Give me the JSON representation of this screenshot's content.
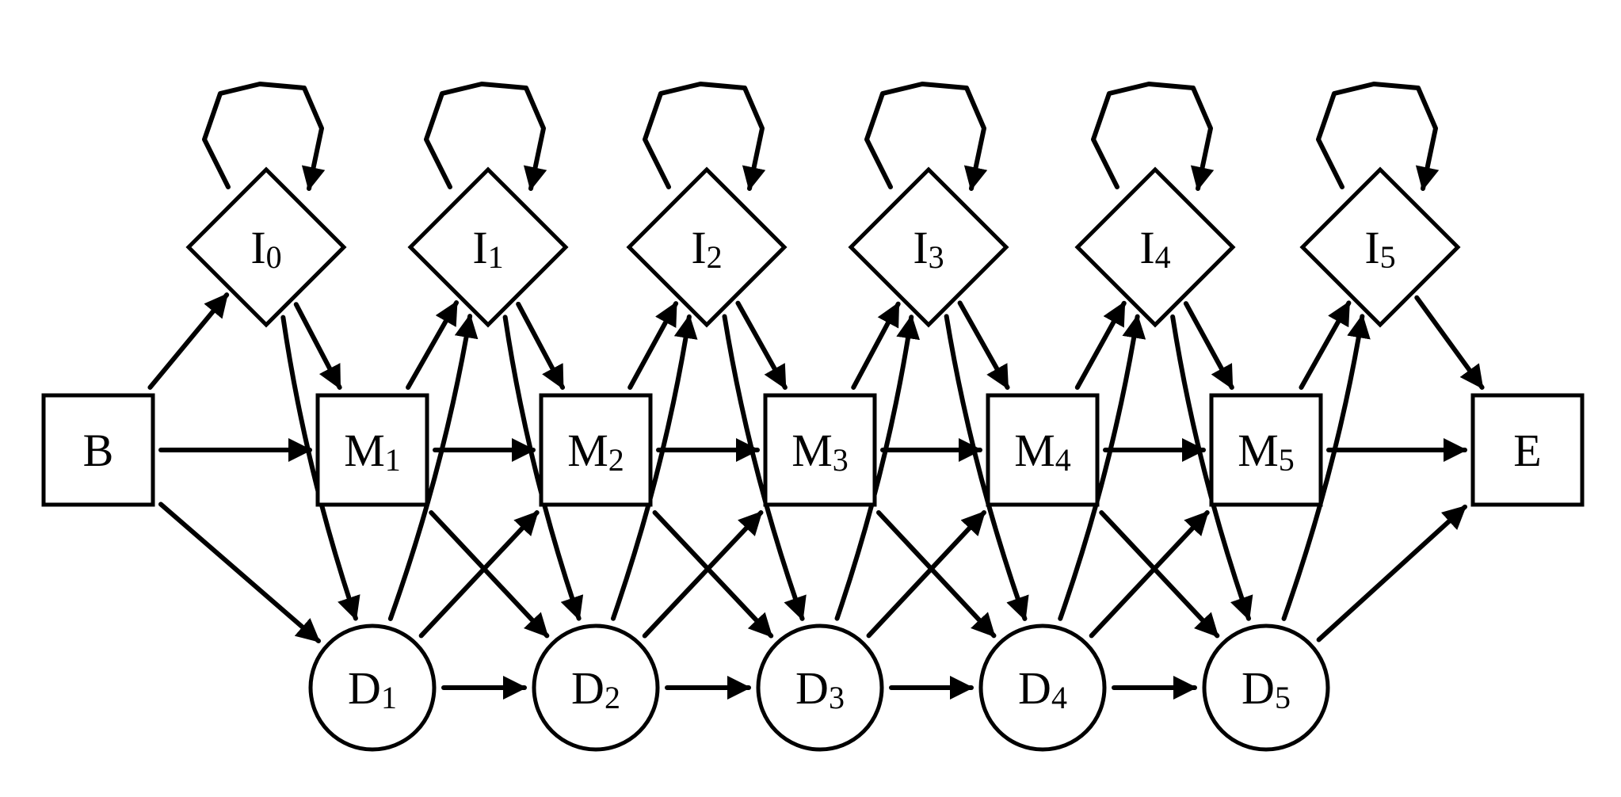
{
  "diagram": {
    "colors": {
      "stroke": "#000000",
      "background": "#ffffff"
    },
    "nodes": {
      "B": {
        "letter": "B",
        "sub": ""
      },
      "E": {
        "letter": "E",
        "sub": ""
      },
      "I0": {
        "letter": "I",
        "sub": "0"
      },
      "I1": {
        "letter": "I",
        "sub": "1"
      },
      "I2": {
        "letter": "I",
        "sub": "2"
      },
      "I3": {
        "letter": "I",
        "sub": "3"
      },
      "I4": {
        "letter": "I",
        "sub": "4"
      },
      "I5": {
        "letter": "I",
        "sub": "5"
      },
      "M1": {
        "letter": "M",
        "sub": "1"
      },
      "M2": {
        "letter": "M",
        "sub": "2"
      },
      "M3": {
        "letter": "M",
        "sub": "3"
      },
      "M4": {
        "letter": "M",
        "sub": "4"
      },
      "M5": {
        "letter": "M",
        "sub": "5"
      },
      "D1": {
        "letter": "D",
        "sub": "1"
      },
      "D2": {
        "letter": "D",
        "sub": "2"
      },
      "D3": {
        "letter": "D",
        "sub": "3"
      },
      "D4": {
        "letter": "D",
        "sub": "4"
      },
      "D5": {
        "letter": "D",
        "sub": "5"
      }
    },
    "edges": [
      [
        "I0",
        "I0"
      ],
      [
        "I1",
        "I1"
      ],
      [
        "I2",
        "I2"
      ],
      [
        "I3",
        "I3"
      ],
      [
        "I4",
        "I4"
      ],
      [
        "I5",
        "I5"
      ],
      [
        "B",
        "I0"
      ],
      [
        "B",
        "M1"
      ],
      [
        "B",
        "D1"
      ],
      [
        "I0",
        "M1"
      ],
      [
        "I0",
        "D1"
      ],
      [
        "M1",
        "I1"
      ],
      [
        "M1",
        "M2"
      ],
      [
        "M1",
        "D2"
      ],
      [
        "I1",
        "M2"
      ],
      [
        "I1",
        "D2"
      ],
      [
        "D1",
        "I1"
      ],
      [
        "D1",
        "M2"
      ],
      [
        "D1",
        "D2"
      ],
      [
        "M2",
        "I2"
      ],
      [
        "M2",
        "M3"
      ],
      [
        "M2",
        "D3"
      ],
      [
        "I2",
        "M3"
      ],
      [
        "I2",
        "D3"
      ],
      [
        "D2",
        "I2"
      ],
      [
        "D2",
        "M3"
      ],
      [
        "D2",
        "D3"
      ],
      [
        "M3",
        "I3"
      ],
      [
        "M3",
        "M4"
      ],
      [
        "M3",
        "D4"
      ],
      [
        "I3",
        "M4"
      ],
      [
        "I3",
        "D4"
      ],
      [
        "D3",
        "I3"
      ],
      [
        "D3",
        "M4"
      ],
      [
        "D3",
        "D4"
      ],
      [
        "M4",
        "I4"
      ],
      [
        "M4",
        "M5"
      ],
      [
        "M4",
        "D5"
      ],
      [
        "I4",
        "M5"
      ],
      [
        "I4",
        "D5"
      ],
      [
        "D4",
        "I4"
      ],
      [
        "D4",
        "M5"
      ],
      [
        "D4",
        "D5"
      ],
      [
        "M5",
        "I5"
      ],
      [
        "M5",
        "E"
      ],
      [
        "I5",
        "E"
      ],
      [
        "D5",
        "I5"
      ],
      [
        "D5",
        "E"
      ]
    ]
  }
}
